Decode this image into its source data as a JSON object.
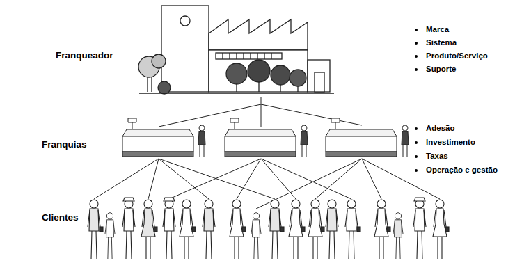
{
  "diagram": {
    "labels": [
      "Franqueador",
      "Marca",
      "Sistema",
      "Produto/Serviço",
      "Suporte",
      "Franquias",
      "Adesão",
      "Investimento",
      "Taxas",
      "Operação e gestão",
      "Clientes"
    ]
  }
}
